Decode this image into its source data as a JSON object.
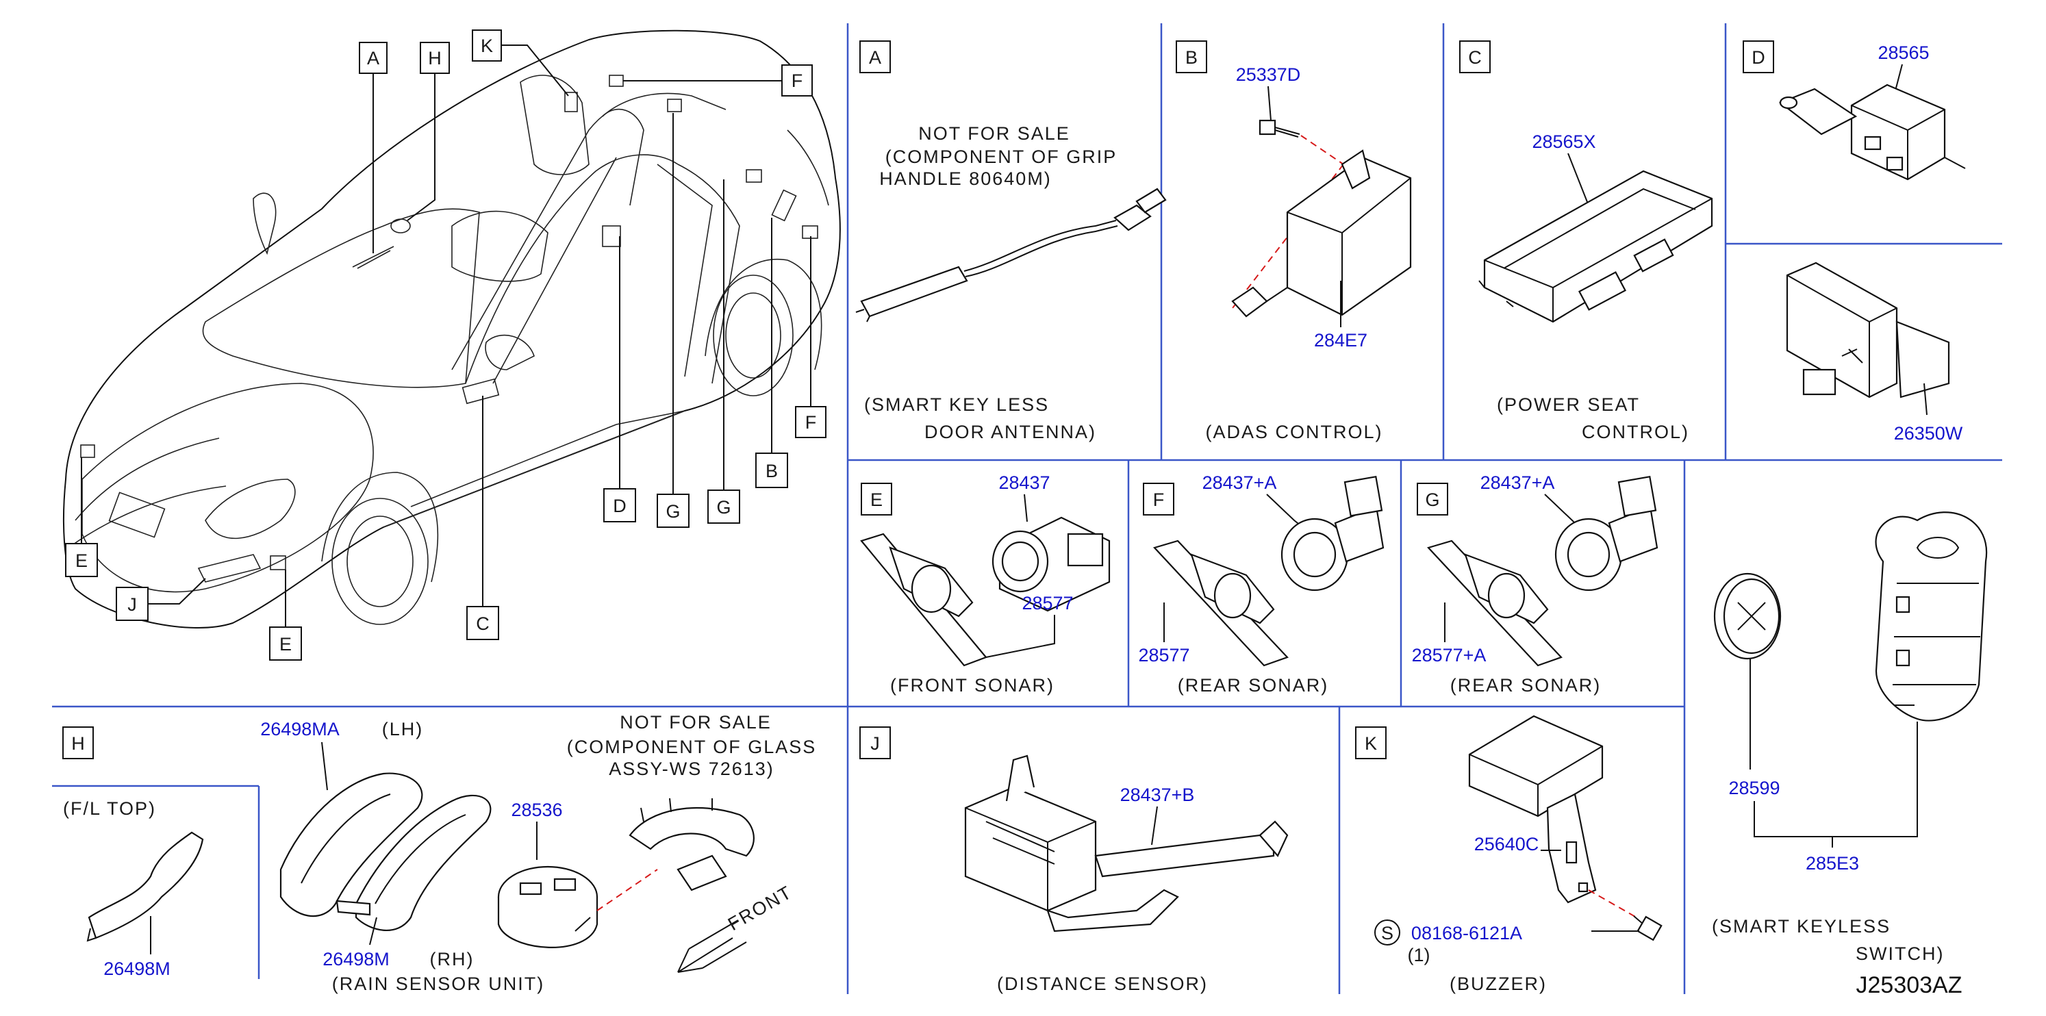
{
  "diagram_code": "J25303AZ",
  "overview": {
    "callouts": [
      "A",
      "H",
      "K",
      "F",
      "F",
      "D",
      "G",
      "G",
      "B",
      "C",
      "E",
      "J",
      "E"
    ]
  },
  "panels": {
    "A": {
      "letter": "A",
      "note": [
        "NOT FOR SALE",
        "(COMPONENT OF GRIP",
        "HANDLE 80640M)"
      ],
      "caption": [
        "(SMART KEY LESS",
        "DOOR ANTENNA)"
      ]
    },
    "B": {
      "letter": "B",
      "parts": [
        "25337D",
        "284E7"
      ],
      "caption": [
        "(ADAS CONTROL)"
      ]
    },
    "C": {
      "letter": "C",
      "parts": [
        "28565X"
      ],
      "caption": [
        "(POWER SEAT",
        "CONTROL)"
      ]
    },
    "D": {
      "letter": "D",
      "parts": [
        "28565",
        "26350W"
      ]
    },
    "E": {
      "letter": "E",
      "parts": [
        "28437",
        "28577"
      ],
      "caption": [
        "(FRONT SONAR)"
      ]
    },
    "F": {
      "letter": "F",
      "parts": [
        "28437+A",
        "28577"
      ],
      "caption": [
        "(REAR SONAR)"
      ]
    },
    "G": {
      "letter": "G",
      "parts": [
        "28437+A",
        "28577+A"
      ],
      "caption": [
        "(REAR SONAR)"
      ]
    },
    "H": {
      "letter": "H",
      "sub": [
        "(F/L TOP)",
        "(LH)",
        "(RH)"
      ],
      "parts": [
        "26498MA",
        "26498M",
        "28536",
        "26498M"
      ],
      "note": [
        "NOT FOR SALE",
        "(COMPONENT OF GLASS",
        "ASSY-WS 72613)"
      ],
      "front": "FRONT",
      "caption": [
        "(RAIN SENSOR UNIT)"
      ]
    },
    "J": {
      "letter": "J",
      "parts": [
        "28437+B"
      ],
      "caption": [
        "(DISTANCE SENSOR)"
      ]
    },
    "K": {
      "letter": "K",
      "parts": [
        "25640C",
        "08168-6121A"
      ],
      "s_mark": "S",
      "qty": "(1)",
      "caption": [
        "(BUZZER)"
      ]
    },
    "KEY": {
      "parts": [
        "28599",
        "285E3"
      ],
      "caption": [
        "(SMART KEYLESS",
        "SWITCH)"
      ]
    }
  }
}
